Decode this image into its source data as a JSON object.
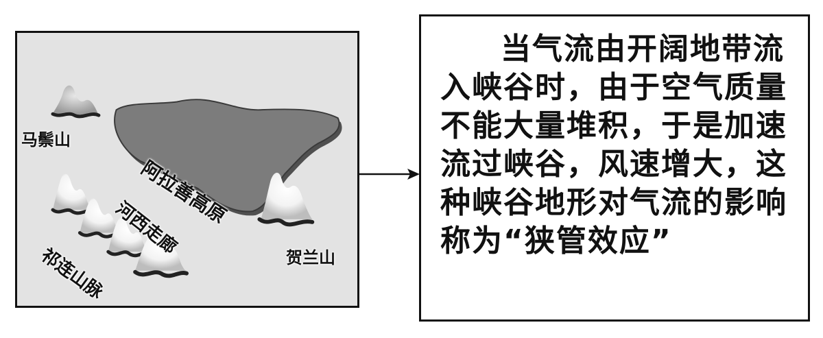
{
  "map": {
    "labels": {
      "mazong_shan": "马鬃山",
      "alashan_plateau": "阿拉善高原",
      "hexi_corridor": "河西走廊",
      "qilian_mountains": "祁连山脉",
      "helan_shan": "贺兰山"
    }
  },
  "explanation": {
    "text": "当气流由开阔地带流入峡谷时，由于空气质量不能大量堆积，于是加速流过峡谷，风速增大，这种峡谷地形对气流的影响称为“狭管效应”"
  },
  "colors": {
    "map_background": "#e3e3e3",
    "plateau": "#7a7a7a",
    "border": "#111111"
  }
}
